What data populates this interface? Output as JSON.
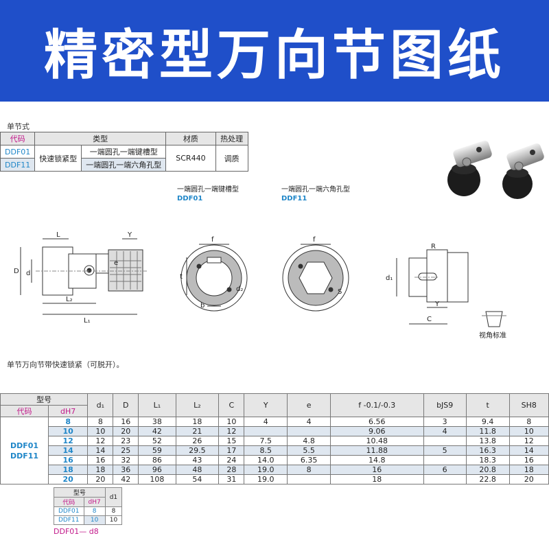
{
  "banner": {
    "title": "精密型万向节图纸"
  },
  "spec": {
    "section_label": "单节式",
    "headers": {
      "code": "代码",
      "type": "类型",
      "material": "材质",
      "heat": "热处理"
    },
    "codes": [
      "DDF01",
      "DDF11"
    ],
    "lock_type": "快速锁紧型",
    "types": [
      "一端圆孔一端键槽型",
      "一端圆孔一端六角孔型"
    ],
    "material": "SCR440",
    "heat_treatment": "调质"
  },
  "captions": [
    {
      "label": "一端圆孔一端键槽型",
      "code": "DDF01"
    },
    {
      "label": "一端圆孔一端六角孔型",
      "code": "DDF11"
    }
  ],
  "drawing_labels": {
    "L": "L",
    "Y": "Y",
    "D": "D",
    "d": "d",
    "e": "e",
    "L2": "L₂",
    "L1": "L₁",
    "f": "f",
    "t": "t",
    "b": "b",
    "d2": "d₂",
    "S": "S",
    "R": "R",
    "d1": "d₁",
    "C": "C",
    "view_angle": "视角标准"
  },
  "dims": {
    "section_label": "单节万向节带快速锁紧（可脱开）。",
    "header_model": "型号",
    "header_code": "代码",
    "header_dh7": "dH7",
    "columns": [
      "d₁",
      "D",
      "L₁",
      "L₂",
      "C",
      "Y",
      "e",
      "f -0.1/-0.3",
      "bJS9",
      "t",
      "SH8"
    ],
    "codes_label": "DDF01\nDDF11",
    "rows": [
      {
        "size": "8",
        "d1": "8",
        "D": "16",
        "L1": "38",
        "L2": "18",
        "C": "10",
        "Y": "4",
        "e": "4",
        "f": "6.56",
        "b": "3",
        "t": "9.4",
        "S": "8"
      },
      {
        "size": "10",
        "d1": "10",
        "D": "20",
        "L1": "42",
        "L2": "21",
        "C": "12",
        "Y": "",
        "e": "",
        "f": "9.06",
        "b": "4",
        "t": "11.8",
        "S": "10"
      },
      {
        "size": "12",
        "d1": "12",
        "D": "23",
        "L1": "52",
        "L2": "26",
        "C": "15",
        "Y": "7.5",
        "e": "4.8",
        "f": "10.48",
        "b": "",
        "t": "13.8",
        "S": "12"
      },
      {
        "size": "14",
        "d1": "14",
        "D": "25",
        "L1": "59",
        "L2": "29.5",
        "C": "17",
        "Y": "8.5",
        "e": "5.5",
        "f": "11.88",
        "b": "5",
        "t": "16.3",
        "S": "14"
      },
      {
        "size": "16",
        "d1": "16",
        "D": "32",
        "L1": "86",
        "L2": "43",
        "C": "24",
        "Y": "14.0",
        "e": "6.35",
        "f": "14.8",
        "b": "",
        "t": "18.3",
        "S": "16"
      },
      {
        "size": "18",
        "d1": "18",
        "D": "36",
        "L1": "96",
        "L2": "48",
        "C": "28",
        "Y": "19.0",
        "e": "8",
        "f": "16",
        "b": "6",
        "t": "20.8",
        "S": "18"
      },
      {
        "size": "20",
        "d1": "20",
        "D": "42",
        "L1": "108",
        "L2": "54",
        "C": "31",
        "Y": "19.0",
        "e": "",
        "f": "18",
        "b": "",
        "t": "22.8",
        "S": "20"
      }
    ]
  },
  "order_example": {
    "header_model": "型号",
    "header_code": "代码",
    "header_dh7": "dH7",
    "header_d1": "d1",
    "rows": [
      {
        "code": "DDF01",
        "dh7": "8",
        "d1": "8"
      },
      {
        "code": "DDF11",
        "dh7": "10",
        "d1": "10"
      }
    ],
    "example": "DDF01— d8"
  }
}
